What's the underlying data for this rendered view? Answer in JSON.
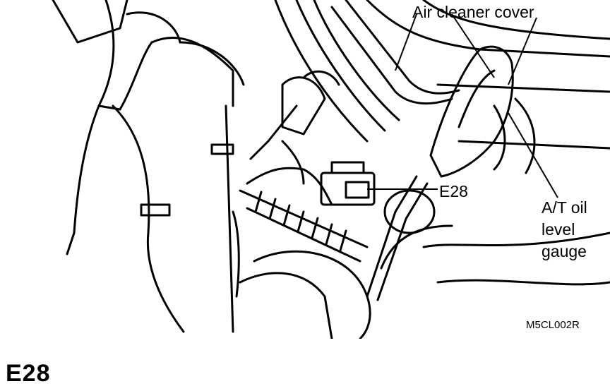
{
  "callouts": {
    "air_cleaner_cover": "Air cleaner cover",
    "e28": "E28",
    "at_oil_gauge": [
      "A/T oil",
      "level",
      "gauge"
    ]
  },
  "figure_code": "M5CL002R",
  "title": "E28"
}
